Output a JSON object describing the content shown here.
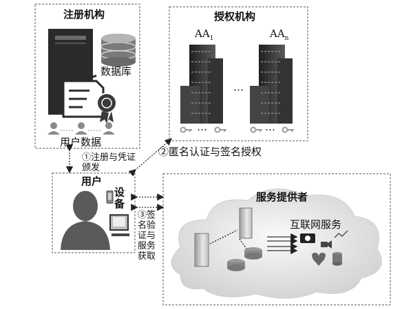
{
  "registry": {
    "title": "注册机构",
    "database_label": "数据库",
    "user_data_label": "用户数据"
  },
  "authority": {
    "title": "授权机构",
    "aa_first": "AA",
    "aa_first_sub": "1",
    "aa_last": "AA",
    "aa_last_sub": "n",
    "ellipsis": "…",
    "key_ellipsis": "…"
  },
  "user": {
    "title": "用户",
    "device_label": "设备"
  },
  "steps": {
    "step1": "①注册与凭证颁发",
    "step2": "②匿名认证与签名授权",
    "step3": "③签名验证与服务获取"
  },
  "provider": {
    "title": "服务提供者",
    "internet_services": "互联网服务"
  },
  "colors": {
    "icon_dark": "#2b2b2b",
    "icon_mid": "#6a6a6a",
    "icon_light": "#bdbdbd",
    "cloud": "#e6e6e6",
    "border": "#555555"
  }
}
